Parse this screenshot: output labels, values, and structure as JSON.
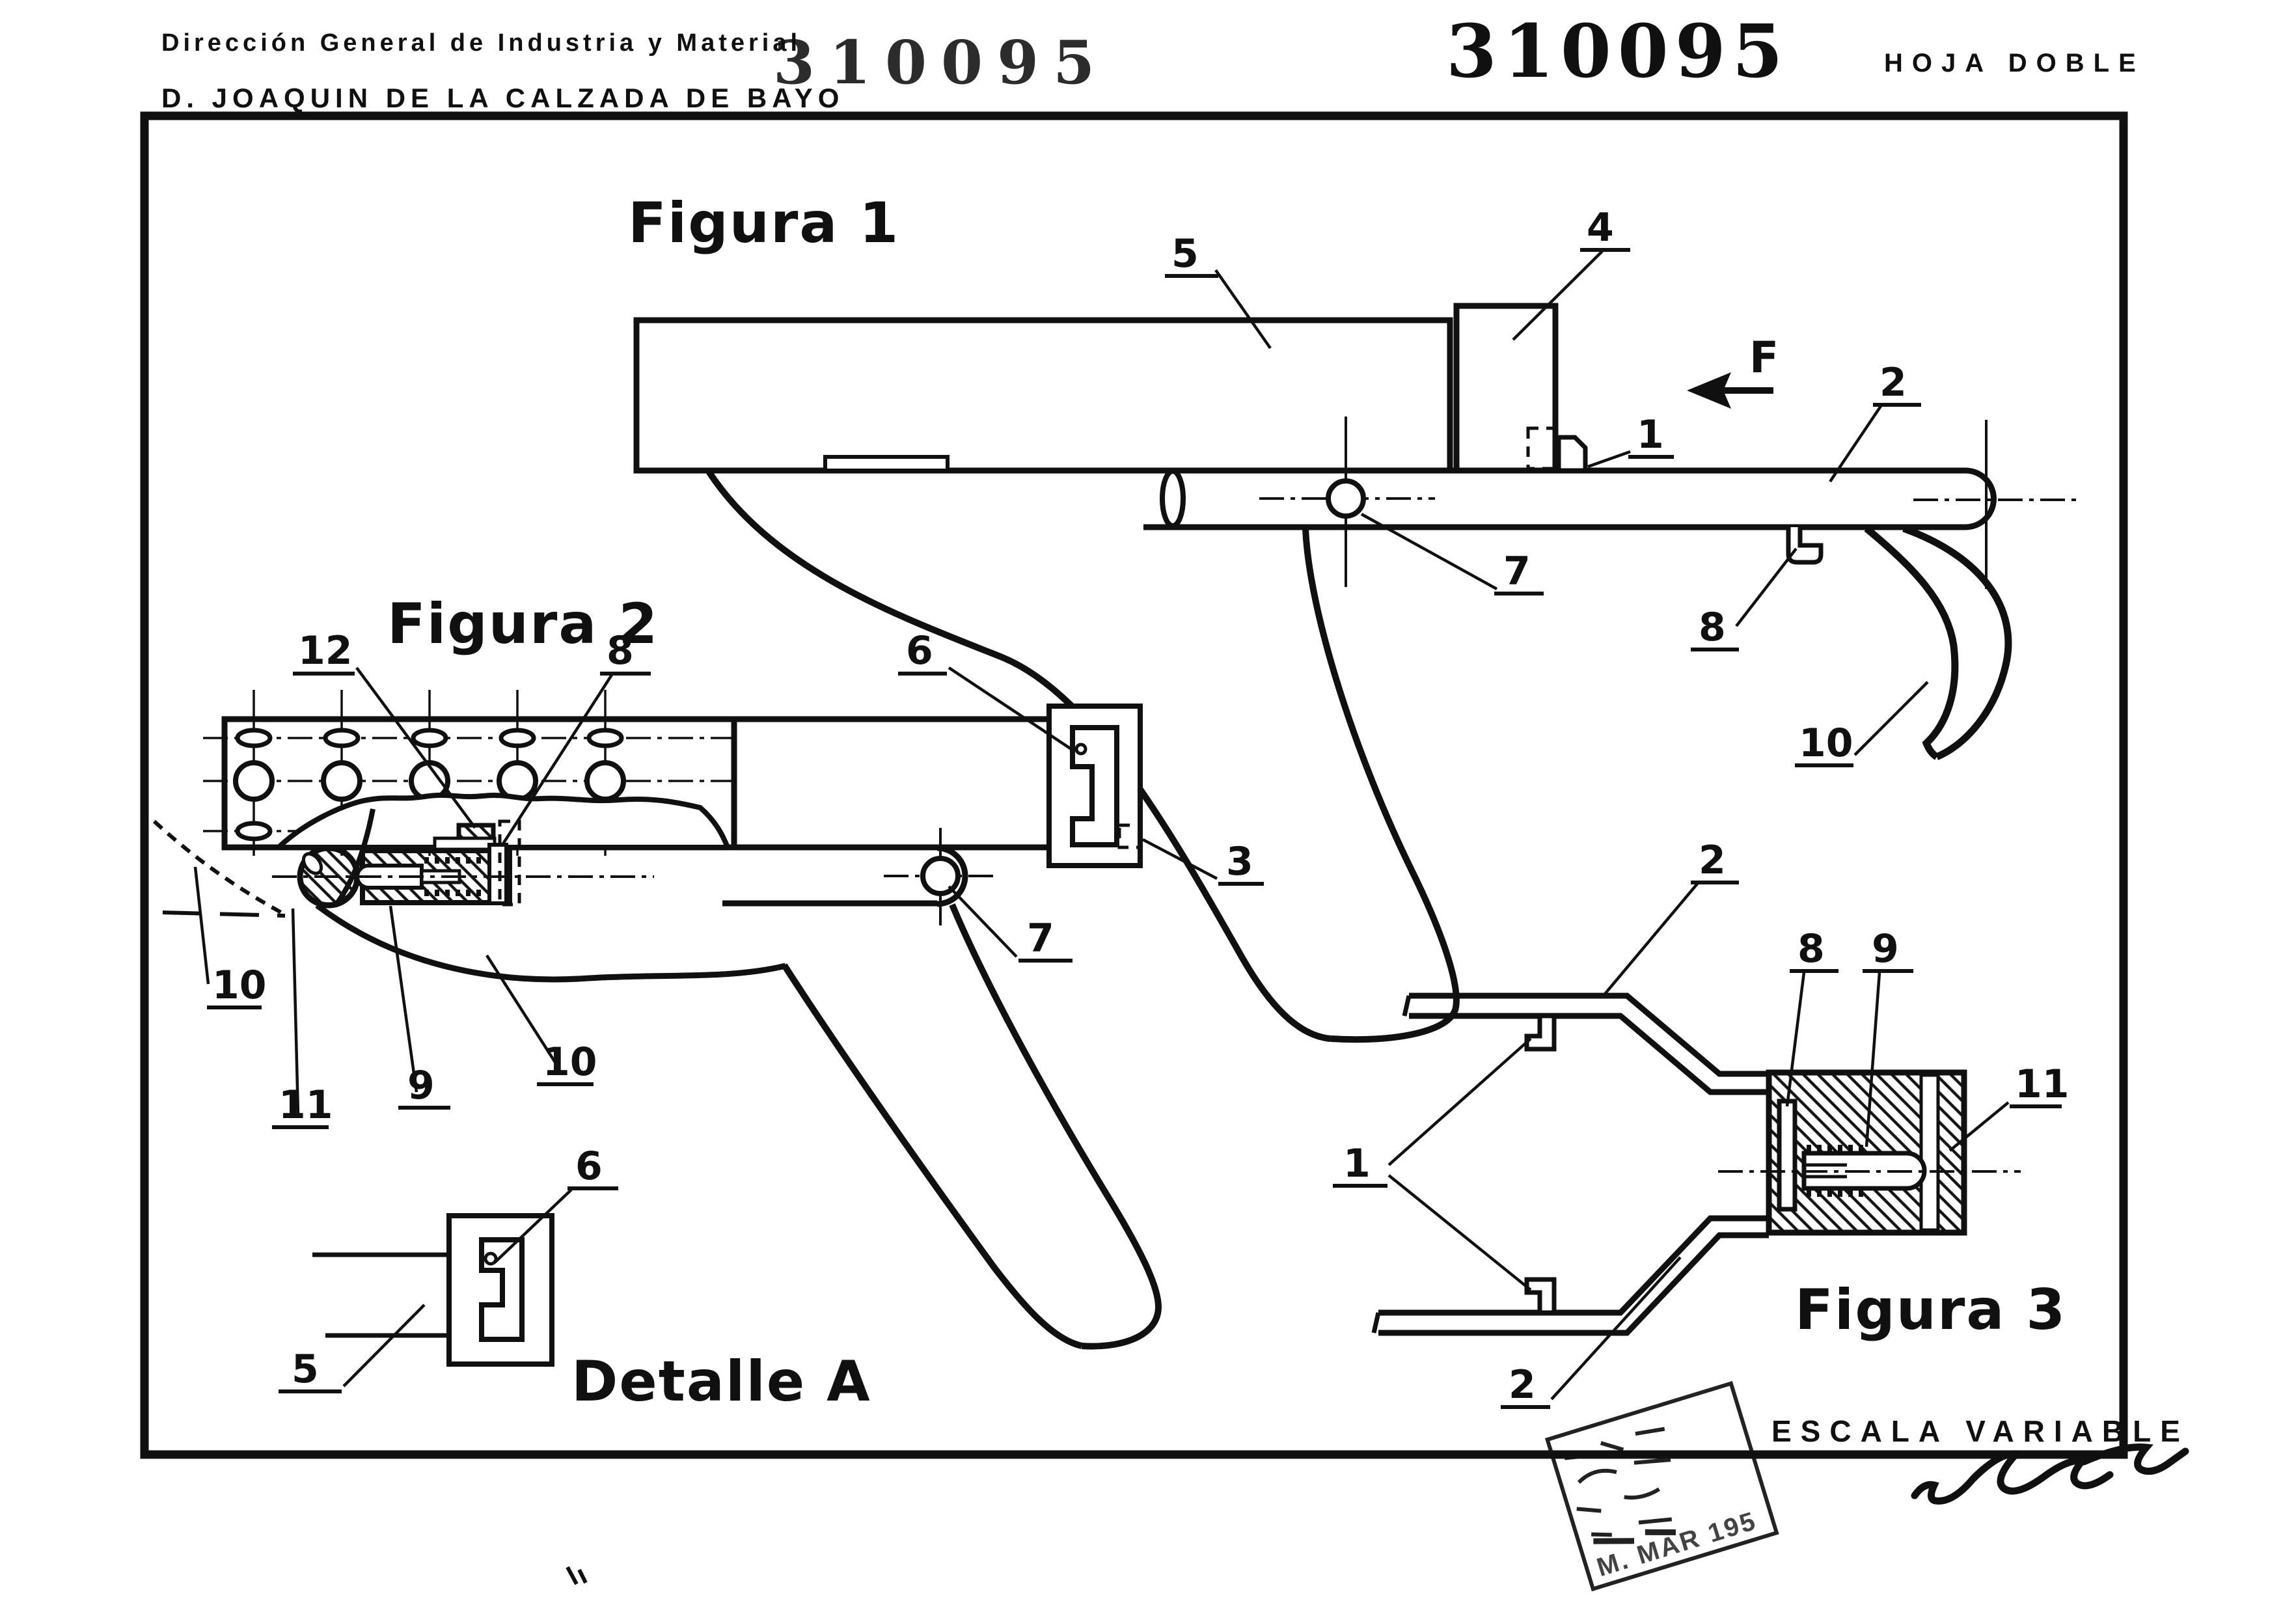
{
  "document": {
    "office": "Dirección General de Industria y Material",
    "applicant": "D. JOAQUIN DE LA CALZADA DE BAYO",
    "number_typed": "310095",
    "number_stamped": "310095",
    "sheet_note": "HOJA DOBLE",
    "scale_note": "ESCALA VARIABLE",
    "stamp_date": "M. MAR 195",
    "signature": "Lacruz"
  },
  "fig1": {
    "title": "Figura 1",
    "force": "F",
    "c5": "5",
    "c4": "4",
    "c1": "1",
    "c2": "2",
    "c7": "7",
    "c8": "8",
    "c10": "10"
  },
  "fig2": {
    "title": "Figura 2",
    "c12": "12",
    "c8": "8",
    "c6": "6",
    "c3": "3",
    "c7": "7",
    "c10_left": "10",
    "c11": "11",
    "c9": "9",
    "c10_mid": "10"
  },
  "fig3": {
    "title": "Figura 3",
    "c2_top": "2",
    "c8": "8",
    "c9": "9",
    "c11": "11",
    "c1": "1",
    "c2_bottom": "2"
  },
  "detalle": {
    "title": "Detalle A",
    "c6": "6",
    "c5": "5"
  }
}
